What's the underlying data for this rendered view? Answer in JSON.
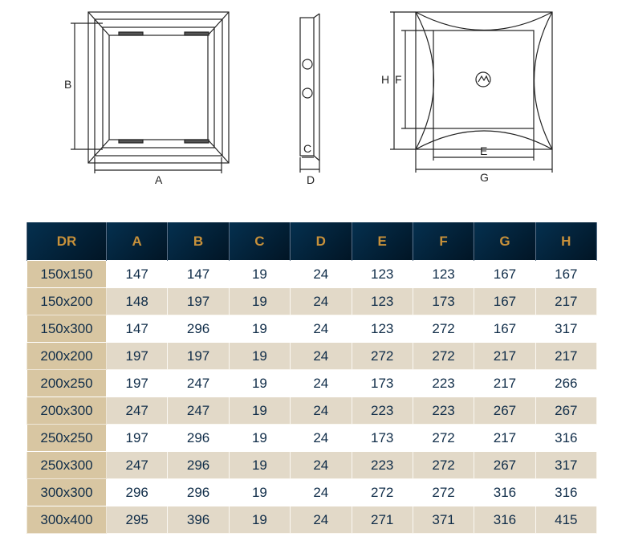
{
  "diagram": {
    "labels": {
      "A": "A",
      "B": "B",
      "C": "C",
      "D": "D",
      "E": "E",
      "F": "F",
      "G": "G",
      "H": "H"
    }
  },
  "table": {
    "headers": [
      "DR",
      "A",
      "B",
      "C",
      "D",
      "E",
      "F",
      "G",
      "H"
    ],
    "rows": [
      [
        "150x150",
        "147",
        "147",
        "19",
        "24",
        "123",
        "123",
        "167",
        "167"
      ],
      [
        "150x200",
        "148",
        "197",
        "19",
        "24",
        "123",
        "173",
        "167",
        "217"
      ],
      [
        "150x300",
        "147",
        "296",
        "19",
        "24",
        "123",
        "272",
        "167",
        "317"
      ],
      [
        "200x200",
        "197",
        "197",
        "19",
        "24",
        "272",
        "272",
        "217",
        "217"
      ],
      [
        "200x250",
        "197",
        "247",
        "19",
        "24",
        "173",
        "223",
        "217",
        "266"
      ],
      [
        "200x300",
        "247",
        "247",
        "19",
        "24",
        "223",
        "223",
        "267",
        "267"
      ],
      [
        "250x250",
        "197",
        "296",
        "19",
        "24",
        "173",
        "272",
        "217",
        "316"
      ],
      [
        "250x300",
        "247",
        "296",
        "19",
        "24",
        "223",
        "272",
        "267",
        "317"
      ],
      [
        "300x300",
        "296",
        "296",
        "19",
        "24",
        "272",
        "272",
        "316",
        "316"
      ],
      [
        "300x400",
        "295",
        "396",
        "19",
        "24",
        "271",
        "371",
        "316",
        "415"
      ]
    ]
  },
  "colors": {
    "header_bg": "#022a46",
    "header_text": "#c8913a",
    "dr_bg": "#d8c6a2",
    "row_alt": "#e2d9c8",
    "cell_text": "#0f2c48"
  }
}
